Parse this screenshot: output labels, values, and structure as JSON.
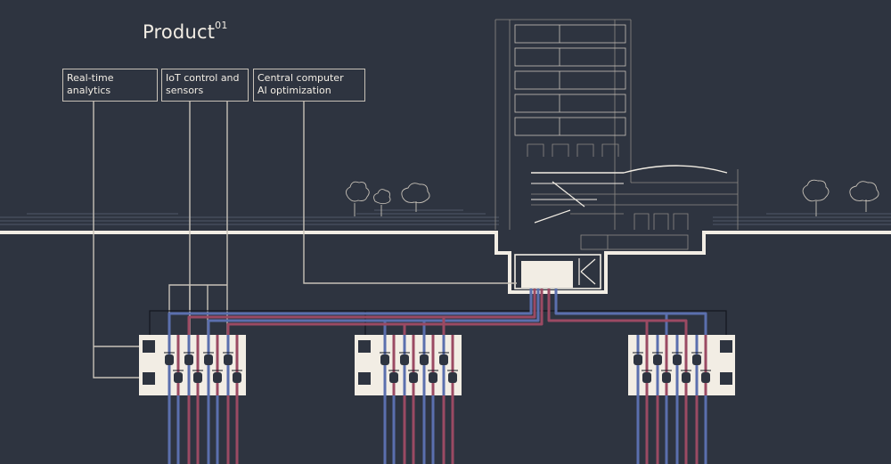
{
  "title": {
    "text": "Product",
    "superscript": "01"
  },
  "labels": {
    "analytics": {
      "line1": "Real-time",
      "line2": "analytics"
    },
    "iot": {
      "line1": "IoT control and",
      "line2": "sensors"
    },
    "ai": {
      "line1": "Central computer",
      "line2": "AI optimization"
    }
  },
  "colors": {
    "background": "#2e3440",
    "line_light": "#f2ede4",
    "line_thin": "#6b7280",
    "pipe_blue": "#5b6fae",
    "pipe_red": "#9b4a63",
    "device_dark": "#2e3440"
  },
  "icons": [
    "tree-icon",
    "valve-icon",
    "sensor-icon",
    "server-icon"
  ]
}
